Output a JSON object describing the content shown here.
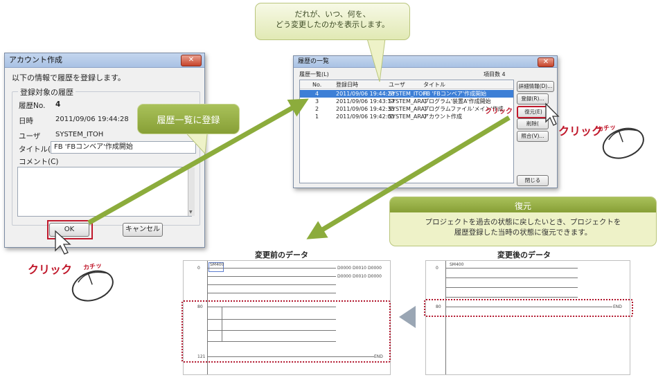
{
  "account_dialog": {
    "title": "アカウント作成",
    "instruction": "以下の情報で履歴を登録します。",
    "group_label": "登録対象の履歴",
    "history_no_label": "履歴No.",
    "history_no_value": "4",
    "datetime_label": "日時",
    "datetime_value": "2011/09/06 19:44:28",
    "user_label": "ユーザ",
    "user_value": "SYSTEM_ITOH",
    "title_label": "タイトル(T)",
    "title_value": "FB 'FBコンベア'作成開始",
    "comment_label": "コメント(C)",
    "ok_label": "OK",
    "cancel_label": "キャンセル"
  },
  "history_dialog": {
    "title": "履歴の一覧",
    "list_label": "履歴一覧(L)",
    "item_count": "項目数 4",
    "columns": [
      "No.",
      "登録日時",
      "ユーザ",
      "タイトル"
    ],
    "rows": [
      [
        "4",
        "2011/09/06 19:44:28",
        "SYSTEM_ITOH",
        "FB 'FBコンベア'作成開始"
      ],
      [
        "3",
        "2011/09/06 19:43:17",
        "SYSTEM_ARAI",
        "プログラム'装置A'作成開始"
      ],
      [
        "2",
        "2011/09/06 19:42:35",
        "SYSTEM_ARAI",
        "プログラムファイル'メイン'作成"
      ],
      [
        "1",
        "2011/09/06 19:42:05",
        "SYSTEM_ARAI",
        "アカウント作成"
      ]
    ],
    "buttons": [
      "詳細情報(D)...",
      "登録(R)...",
      "復元(E)",
      "削除(",
      "照合(V)..."
    ],
    "close_label": "閉じる"
  },
  "callouts": {
    "top": "だれが、いつ、何を、\nどう変更したのかを表示します。",
    "register": "履歴一覧に登録",
    "restore_title": "復元",
    "restore_body": "プロジェクトを過去の状態に戻したいとき、プロジェクトを\n履歴登録した当時の状態に復元できます。"
  },
  "annotations": {
    "click_small": "クリック",
    "click_large": "クリック",
    "click_left": "クリック",
    "katchi": "カチッ"
  },
  "panels": {
    "before_title": "変更前のデータ",
    "after_title": "変更後のデータ"
  },
  "ladder_before": {
    "step_labels": [
      "0",
      "80",
      "121"
    ],
    "contact": "SM400",
    "outputs": [
      "D0000",
      "D0010",
      "D0000",
      "D0000",
      "D0010",
      "D0000"
    ],
    "end_label": "END"
  },
  "ladder_after": {
    "step_labels": [
      "0",
      "80"
    ],
    "contact": "SM400",
    "end_label": "END"
  },
  "colors": {
    "arrow_green": "#8cac3c",
    "highlight_red": "#b0132a",
    "selection_blue": "#3d7fd6",
    "callout_fill": "#eef2c8"
  }
}
